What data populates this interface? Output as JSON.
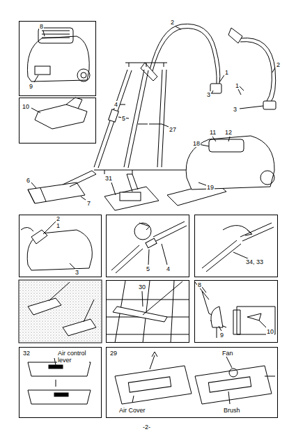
{
  "diagram": {
    "nodes": [
      {
        "text": [
          "8",
          "9"
        ]
      },
      {
        "text": [
          "10"
        ]
      },
      {
        "text": [
          "2",
          "1",
          "3"
        ]
      },
      {
        "text": [
          "5",
          "4"
        ]
      },
      {
        "text": [
          "34, 33"
        ]
      },
      {
        "text": [
          "30"
        ]
      },
      {
        "text": [
          "8",
          "9",
          "10"
        ]
      },
      {
        "text": [
          "32",
          "Air control lever"
        ]
      },
      {
        "text": [
          "29",
          "Fan",
          "Air Cover",
          "Brush"
        ]
      }
    ],
    "labels": [
      "2",
      "2",
      "1",
      "1",
      "3",
      "3",
      "4",
      "5",
      "27",
      "6",
      "7",
      "31",
      "11",
      "12",
      "18",
      "19",
      "-2-"
    ]
  }
}
